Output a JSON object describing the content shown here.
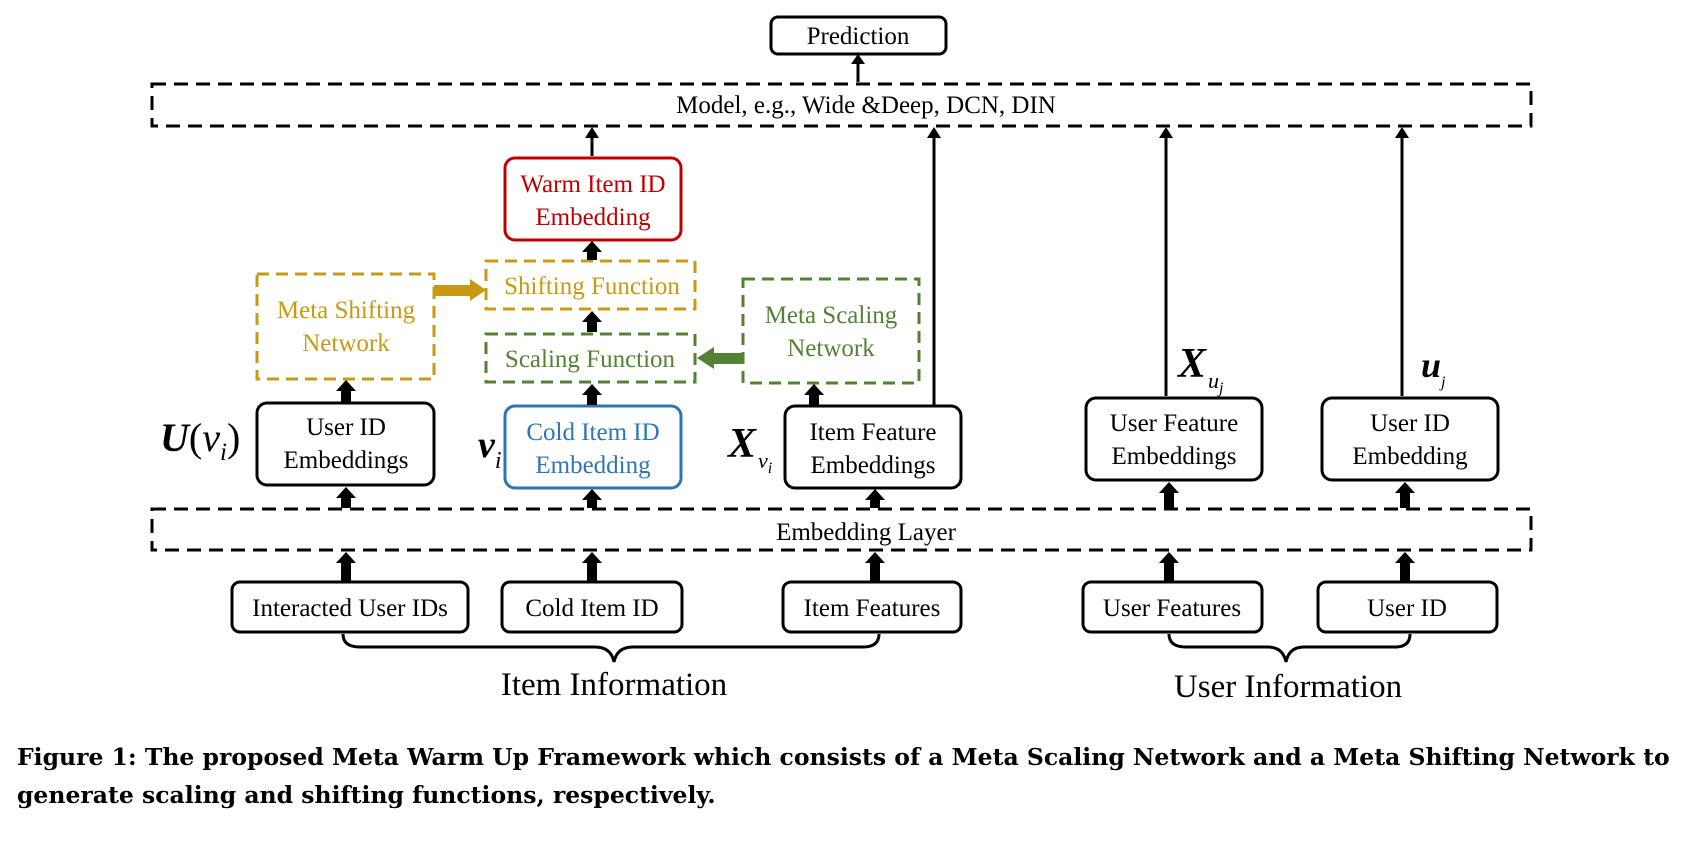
{
  "diagram": {
    "model_label": "Model, e.g., Wide &Deep, DCN, DIN",
    "prediction": "Prediction",
    "embedding_layer": "Embedding Layer",
    "warm_item_embedding": [
      "Warm Item ID",
      "Embedding"
    ],
    "shifting_function": "Shifting Function",
    "scaling_function": "Scaling Function",
    "meta_shifting_network": [
      "Meta Shifting",
      "Network"
    ],
    "meta_scaling_network": [
      "Meta Scaling",
      "Network"
    ],
    "user_id_embeddings": [
      "User ID",
      "Embeddings"
    ],
    "cold_item_embedding": [
      "Cold Item ID",
      "Embedding"
    ],
    "item_feature_embeddings": [
      "Item Feature",
      "Embeddings"
    ],
    "user_feature_embeddings": [
      "User Feature",
      "Embeddings"
    ],
    "user_id_embedding": [
      "User ID",
      "Embedding"
    ],
    "inputs": {
      "interacted_user_ids": "Interacted User IDs",
      "cold_item_id": "Cold Item ID",
      "item_features": "Item Features",
      "user_features": "User Features",
      "user_id": "User ID"
    },
    "groups": {
      "item_information": "Item Information",
      "user_information": "User Information"
    },
    "colors": {
      "black": "#000000",
      "warm_red": "#c00000",
      "shifting_gold": "#c89a14",
      "scaling_green": "#548235",
      "cold_blue": "#2e75b6"
    }
  },
  "caption": "Figure 1: The proposed Meta Warm Up Framework which consists of a Meta Scaling Network and a Meta Shifting Network to generate scaling and shifting functions, respectively."
}
